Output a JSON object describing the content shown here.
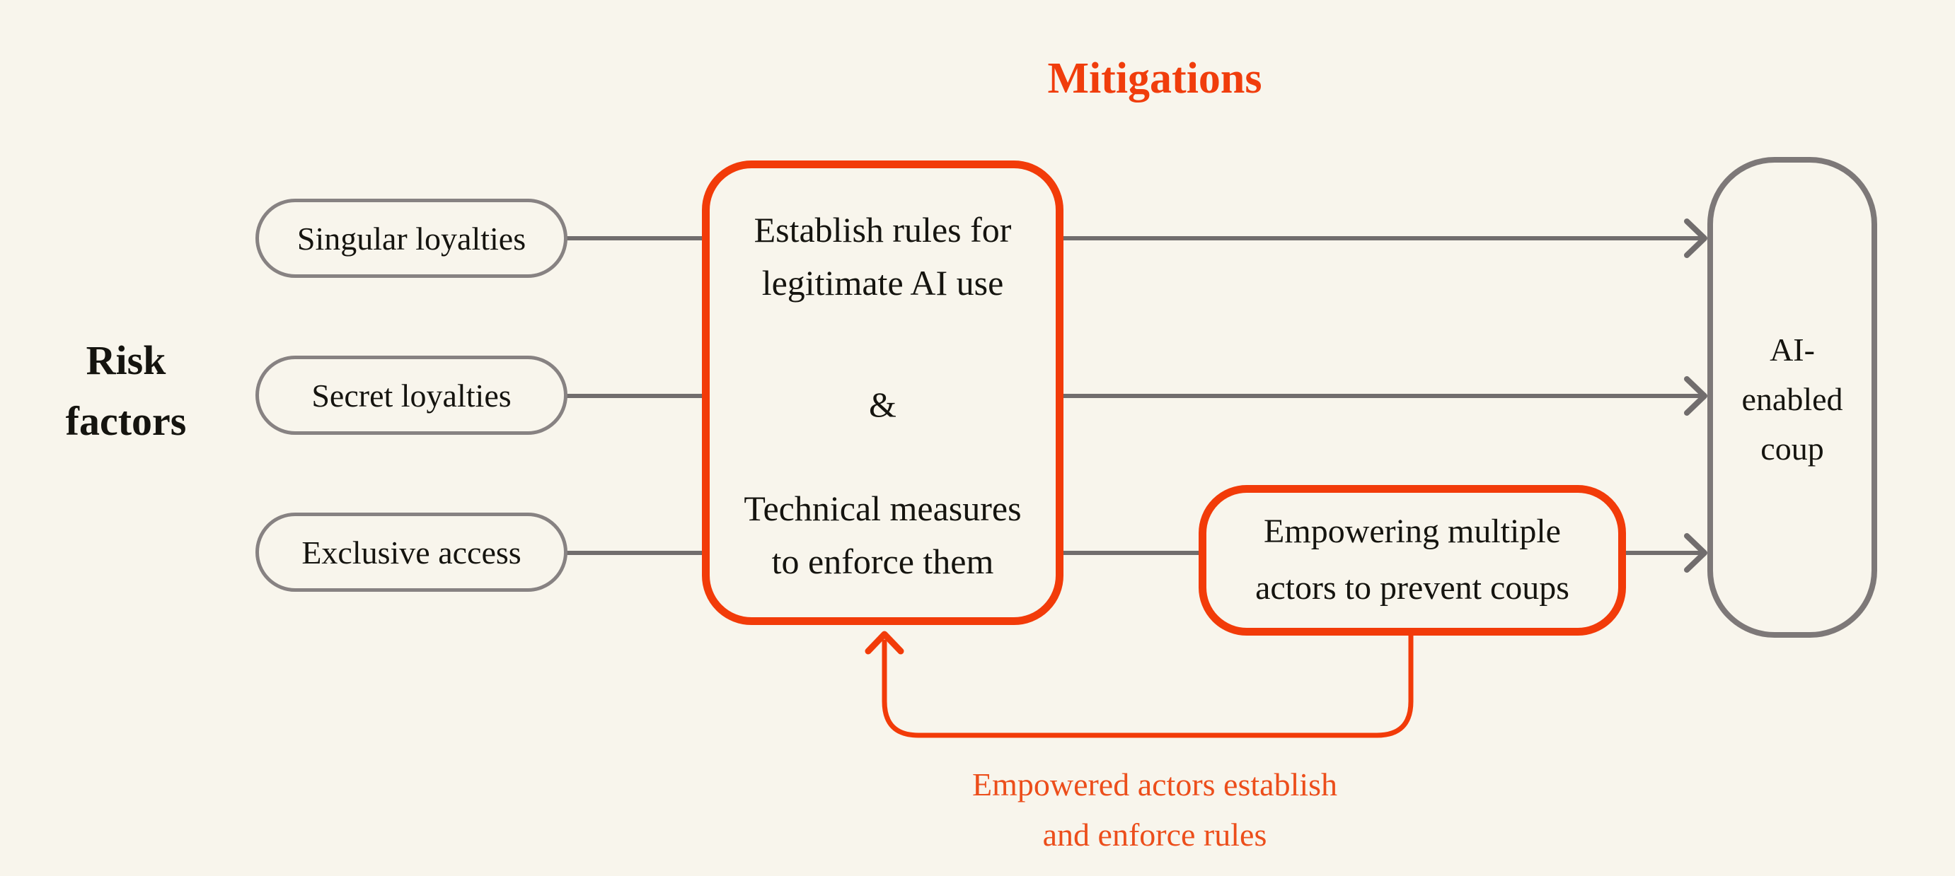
{
  "title": "Mitigations",
  "risk_label": {
    "lines": [
      "Risk",
      "factors"
    ]
  },
  "risk_factors": [
    "Singular loyalties",
    "Secret loyalties",
    "Exclusive access"
  ],
  "mitigation_box": {
    "top_lines": [
      "Establish rules for",
      "legitimate AI use"
    ],
    "connector": "&",
    "bottom_lines": [
      "Technical measures",
      "to enforce them"
    ]
  },
  "empowering_box": {
    "lines": [
      "Empowering multiple",
      "actors to prevent coups"
    ]
  },
  "outcome_box": {
    "lines": [
      "AI-",
      "enabled",
      "coup"
    ]
  },
  "feedback_caption": {
    "lines": [
      "Empowered actors establish",
      "and enforce rules"
    ]
  },
  "colors": {
    "background": "#F8F5EC",
    "accent_orange": "#F23B09",
    "orange_text": "#EC4E1B",
    "gray_border": "#878282",
    "gray_line": "#716D6D",
    "ink": "#15140F"
  }
}
